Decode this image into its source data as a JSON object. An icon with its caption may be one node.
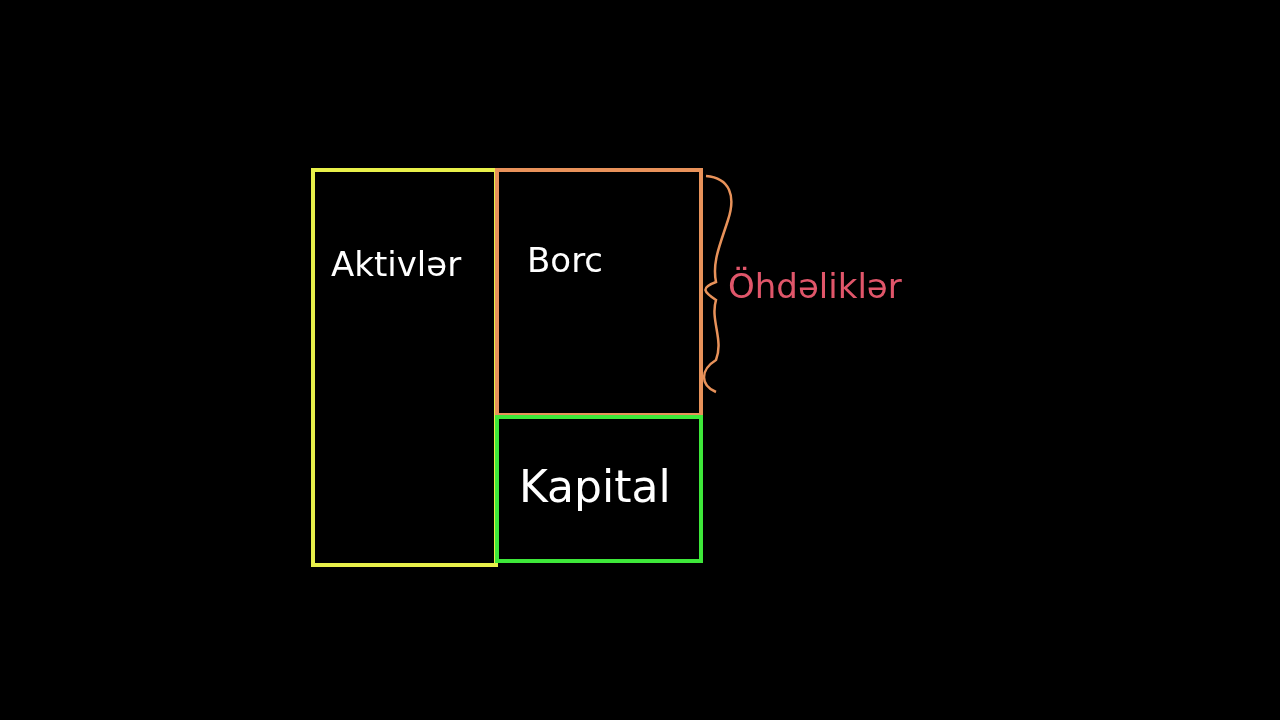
{
  "diagram": {
    "nodes": [
      {
        "text": [
          "Aktivlər"
        ]
      },
      {
        "text": [
          "Borc"
        ]
      },
      {
        "text": [
          "Kapital"
        ]
      }
    ],
    "labels": [
      "Öhdəliklər"
    ]
  }
}
